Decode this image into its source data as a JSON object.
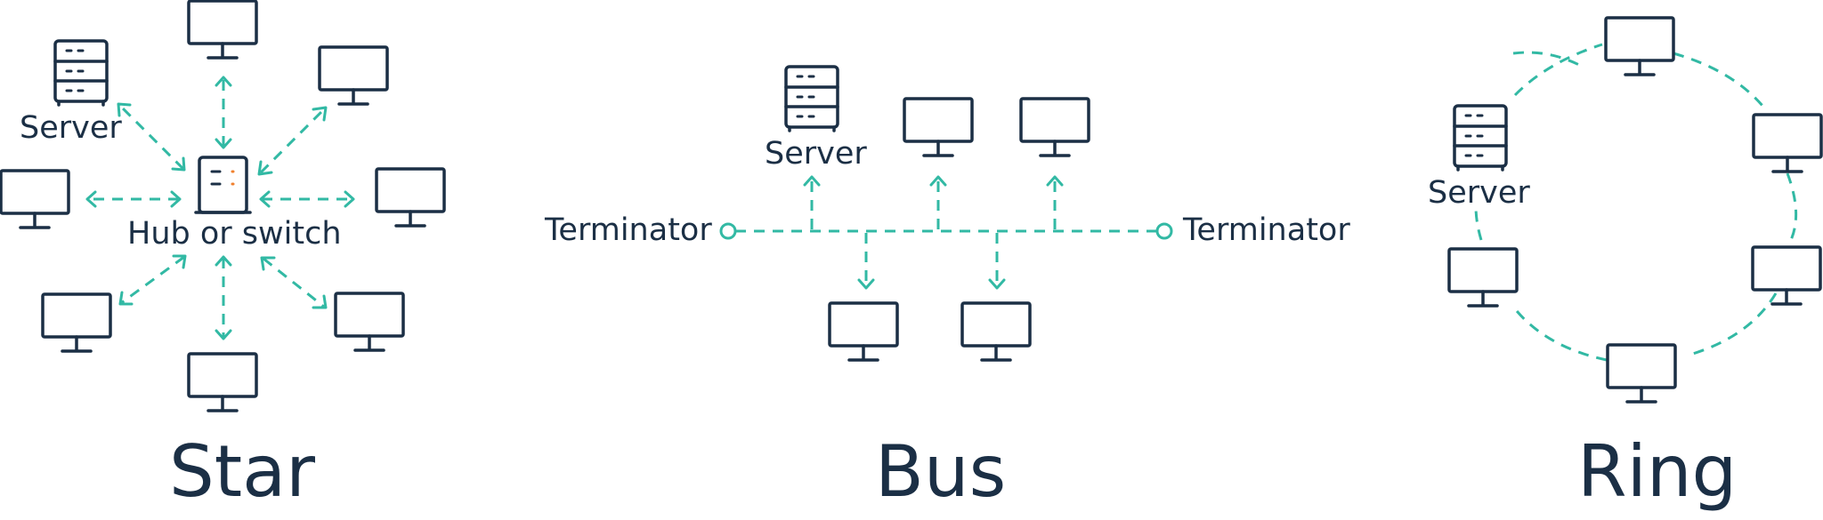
{
  "star": {
    "title": "Star",
    "server_label": "Server",
    "hub_label": "Hub or switch"
  },
  "bus": {
    "title": "Bus",
    "server_label": "Server",
    "left_terminator_label": "Terminator",
    "right_terminator_label": "Terminator"
  },
  "ring": {
    "title": "Ring",
    "server_label": "Server"
  },
  "colors": {
    "link": "#32b9a4",
    "device": "#1b2f45",
    "hub_indicator": "#f0812e",
    "background": "#ffffff"
  }
}
